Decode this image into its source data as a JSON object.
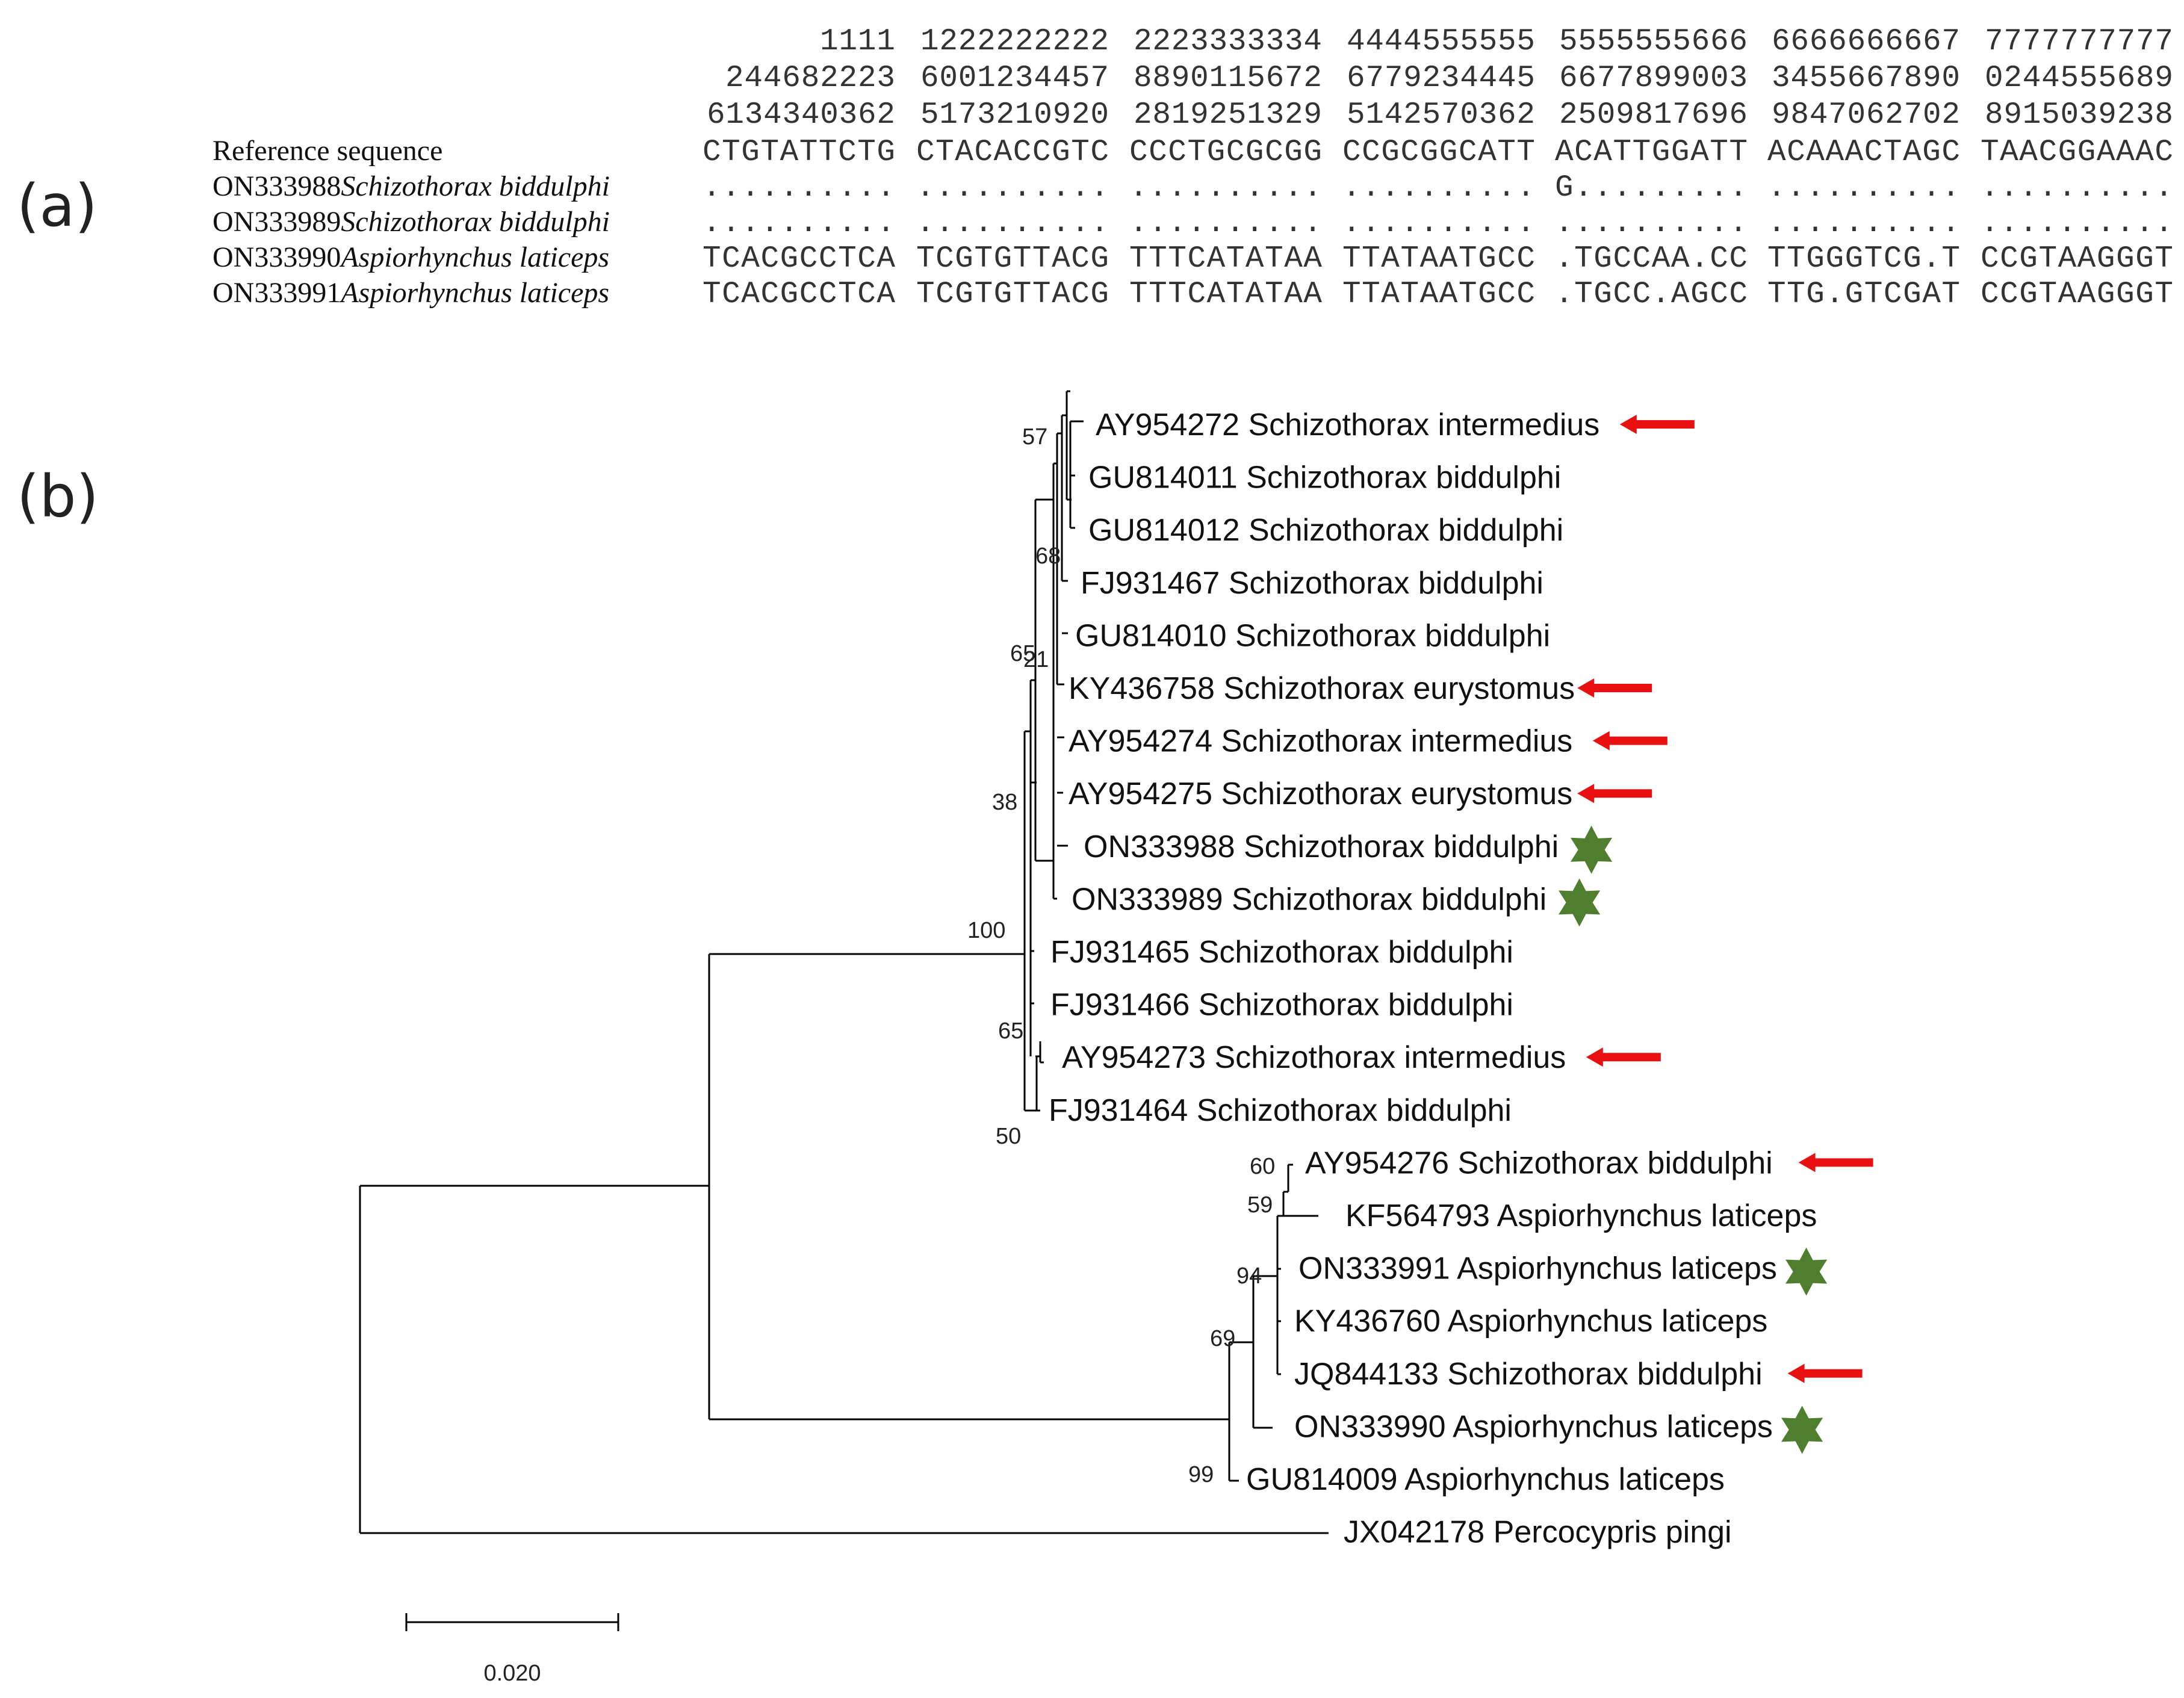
{
  "panel_a": {
    "label": "(a)",
    "position_header": [
      [
        "1111",
        "1222222222",
        "2223333334",
        "4444555555",
        "5555555666",
        "6666666667",
        "7777777777"
      ],
      [
        "244682223",
        "6001234457",
        "8890115672",
        "6779234445",
        "6677899003",
        "3455667890",
        "0244555689"
      ],
      [
        "6134340362",
        "5173210920",
        "2819251329",
        "5142570362",
        "2509817696",
        "9847062702",
        "8915039238"
      ]
    ],
    "rows": [
      {
        "accession": "Reference sequence",
        "species": "",
        "blocks": [
          "CTGTATTCTG",
          "CTACACCGTC",
          "CCCTGCGCGG",
          "CCGCGGCATT",
          "ACATTGGATT",
          "ACAAACTAGC",
          "TAACGGAAAC"
        ]
      },
      {
        "accession": "ON333988",
        "species": "Schizothorax biddulphi",
        "blocks": [
          "..........",
          "..........",
          "..........",
          "..........",
          "G.........",
          "..........",
          ".........."
        ]
      },
      {
        "accession": "ON333989",
        "species": "Schizothorax biddulphi",
        "blocks": [
          "..........",
          "..........",
          "..........",
          "..........",
          "..........",
          "..........",
          ".........."
        ]
      },
      {
        "accession": "ON333990",
        "species": "Aspiorhynchus laticeps",
        "blocks": [
          "TCACGCCTCA",
          "TCGTGTTACG",
          "TTTCATATAA",
          "TTATAATGCC",
          ".TGCCAA.CC",
          "TTGGGTCG.T",
          "CCGTAAGGGT"
        ]
      },
      {
        "accession": "ON333991",
        "species": "Aspiorhynchus laticeps",
        "blocks": [
          "TCACGCCTCA",
          "TCGTGTTACG",
          "TTTCATATAA",
          "TTATAATGCC",
          ".TGCC.AGCC",
          "TTG.GTCGAT",
          "CCGTAAGGGT"
        ]
      }
    ]
  },
  "panel_b": {
    "label": "(b)",
    "taxa": [
      {
        "label": "AY954272 Schizothorax intermedius",
        "marker": "arrow"
      },
      {
        "label": "GU814011 Schizothorax biddulphi",
        "marker": ""
      },
      {
        "label": "GU814012 Schizothorax biddulphi",
        "marker": ""
      },
      {
        "label": "FJ931467 Schizothorax biddulphi",
        "marker": ""
      },
      {
        "label": "GU814010 Schizothorax biddulphi",
        "marker": ""
      },
      {
        "label": "KY436758 Schizothorax eurystomus",
        "marker": "arrow"
      },
      {
        "label": "AY954274 Schizothorax intermedius",
        "marker": "arrow"
      },
      {
        "label": "AY954275 Schizothorax eurystomus",
        "marker": "arrow"
      },
      {
        "label": "ON333988 Schizothorax biddulphi",
        "marker": "star"
      },
      {
        "label": "ON333989 Schizothorax biddulphi",
        "marker": "star"
      },
      {
        "label": "FJ931465 Schizothorax biddulphi",
        "marker": ""
      },
      {
        "label": "FJ931466 Schizothorax biddulphi",
        "marker": ""
      },
      {
        "label": "AY954273 Schizothorax intermedius",
        "marker": "arrow"
      },
      {
        "label": "FJ931464 Schizothorax biddulphi",
        "marker": ""
      },
      {
        "label": "AY954276 Schizothorax biddulphi",
        "marker": "arrow"
      },
      {
        "label": "KF564793 Aspiorhynchus laticeps",
        "marker": ""
      },
      {
        "label": "ON333991 Aspiorhynchus laticeps",
        "marker": "star"
      },
      {
        "label": "KY436760 Aspiorhynchus laticeps",
        "marker": ""
      },
      {
        "label": "JQ844133 Schizothorax biddulphi",
        "marker": "arrow"
      },
      {
        "label": "ON333990 Aspiorhynchus laticeps",
        "marker": "star"
      },
      {
        "label": "GU814009 Aspiorhynchus laticeps",
        "marker": ""
      },
      {
        "label": "JX042178 Percocypris pingi",
        "marker": ""
      }
    ],
    "bootstrap": [
      "57",
      "68",
      "65",
      "21",
      "38",
      "100",
      "65",
      "50",
      "60",
      "59",
      "94",
      "69",
      "99"
    ],
    "scale_bar": "0.020",
    "colors": {
      "arrow": "#e81010",
      "star": "#4f7f2e",
      "branch": "#000000"
    }
  }
}
